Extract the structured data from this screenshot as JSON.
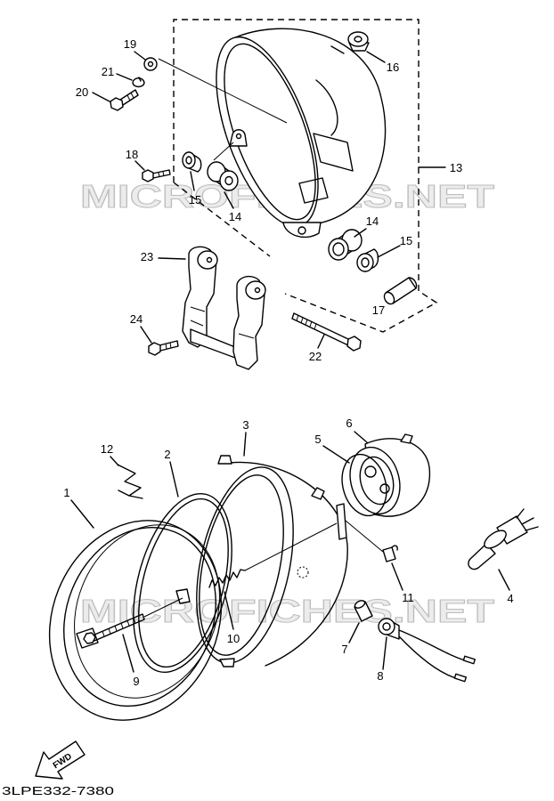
{
  "callouts": {
    "upper": [
      "19",
      "21",
      "20",
      "16",
      "13",
      "18",
      "15",
      "14",
      "14",
      "15",
      "23",
      "17",
      "24",
      "22"
    ],
    "lower": [
      "12",
      "3",
      "6",
      "5",
      "2",
      "1",
      "4",
      "11",
      "10",
      "7",
      "9",
      "8"
    ]
  },
  "watermark": "MICROFICHES.NET",
  "direction_label": "FWD",
  "figure_code": "3LPE332-7380",
  "colors": {
    "line": "#000000",
    "watermark_fill": "#ececec",
    "watermark_stroke": "#bdbdbd"
  }
}
